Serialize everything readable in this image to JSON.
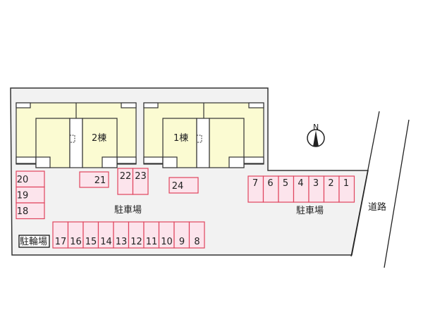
{
  "colors": {
    "lot_fill": "#f2f2f2",
    "building_fill": "#fbfbd2",
    "parking_fill": "#fce4ec",
    "parking_stroke": "#e0445e",
    "outline": "#333333"
  },
  "buildings": [
    {
      "label": "2棟"
    },
    {
      "label": "1棟"
    }
  ],
  "parking_label_west": "駐車場",
  "parking_label_east": "駐車場",
  "bicycle_parking_label": "駐輪場",
  "road_label": "道路",
  "compass_label": "N",
  "parking_spaces": {
    "left_column": [
      "20",
      "19",
      "18"
    ],
    "center_single_21": "21",
    "center_pair": [
      "22",
      "23"
    ],
    "center_single_24": "24",
    "bottom_row": [
      "17",
      "16",
      "15",
      "14",
      "13",
      "12",
      "11",
      "10",
      "9",
      "8"
    ],
    "east_row": [
      "7",
      "6",
      "5",
      "4",
      "3",
      "2",
      "1"
    ]
  }
}
